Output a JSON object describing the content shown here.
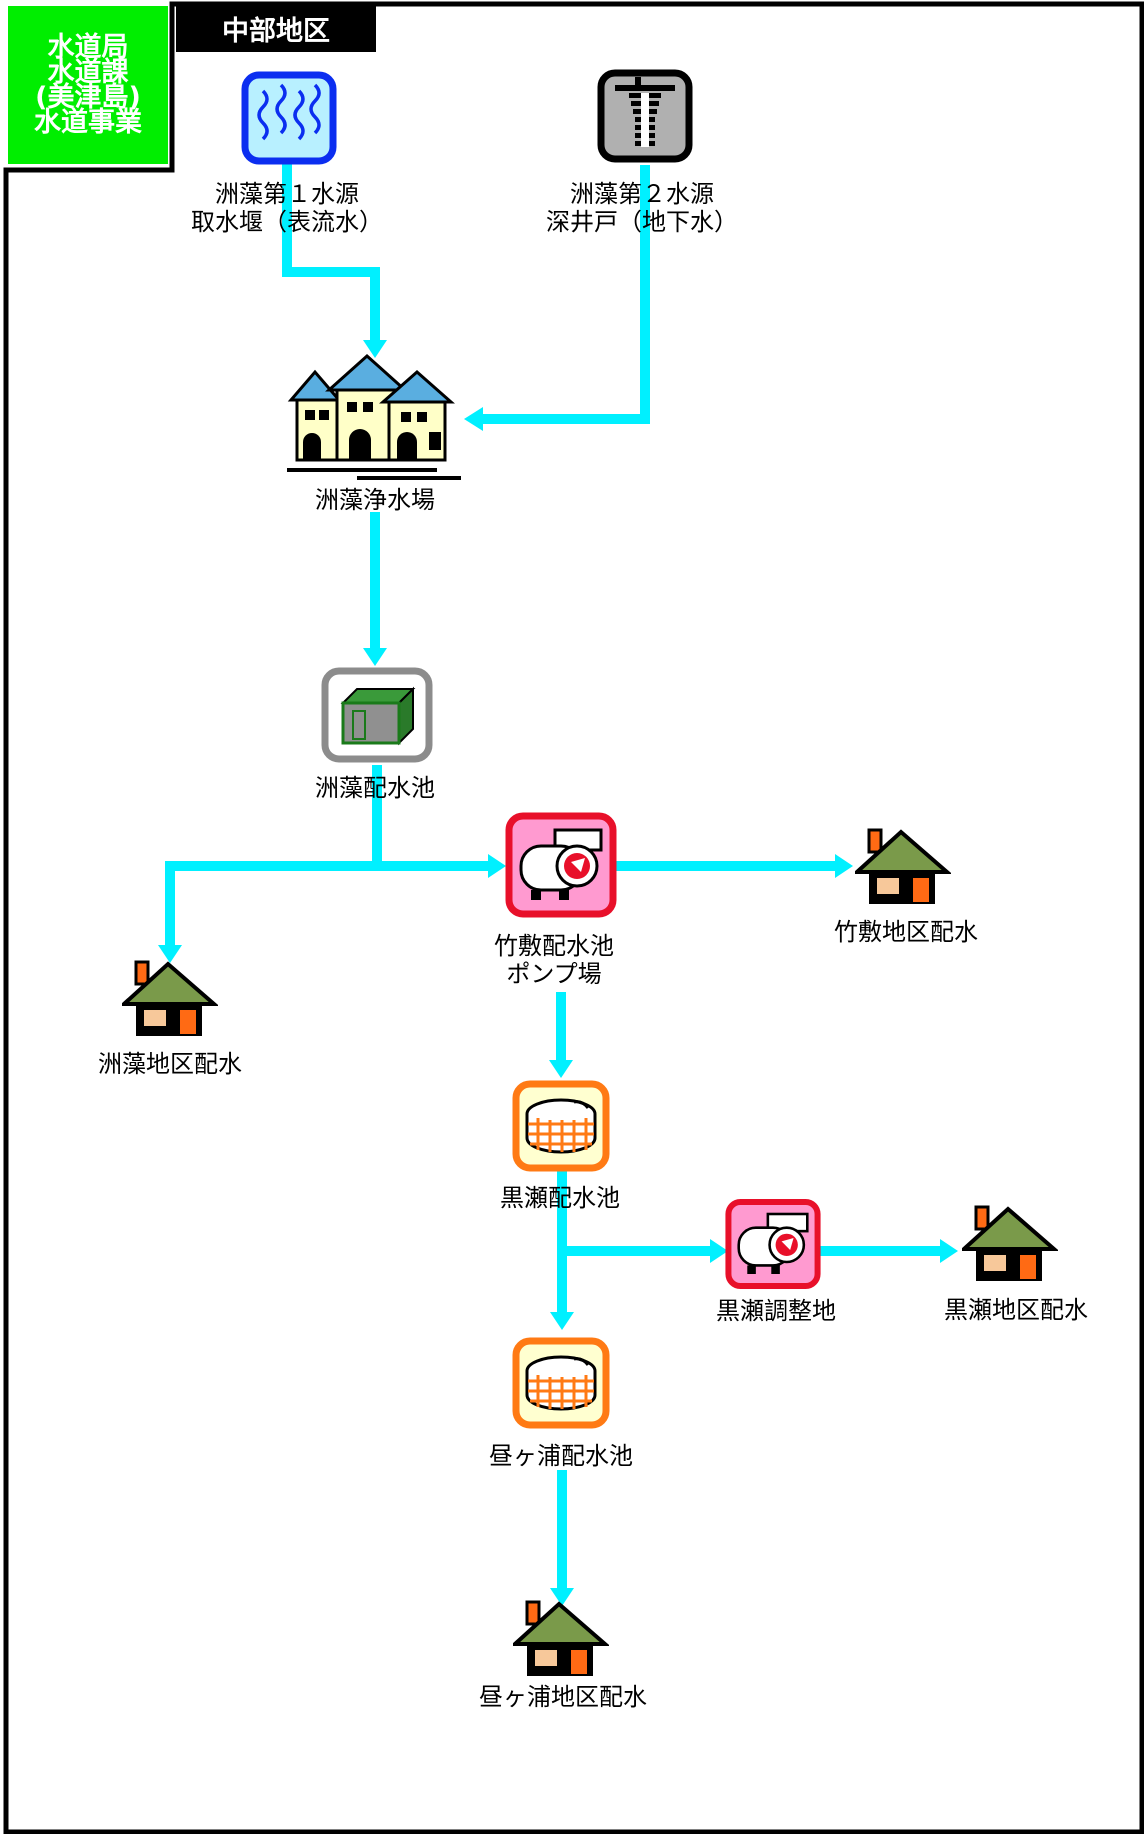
{
  "badge": {
    "lines": [
      "水道局",
      "水道課",
      "(美津島)",
      "水道事業"
    ]
  },
  "district": "中部地区",
  "colors": {
    "badge": "#00ee00",
    "flow": "#00f0ff",
    "frame": "#000000"
  },
  "nodes": {
    "source1": {
      "lines": [
        "洲藻第１水源",
        "取水堰（表流水）"
      ],
      "icon": "river-intake-icon"
    },
    "source2": {
      "lines": [
        "洲藻第２水源",
        "深井戸（地下水）"
      ],
      "icon": "deep-well-icon"
    },
    "plant": {
      "label": "洲藻浄水場",
      "icon": "treatment-plant-icon"
    },
    "suzu_reservoir": {
      "label": "洲藻配水池",
      "icon": "reservoir-tank-icon"
    },
    "takeshiki_pump": {
      "lines": [
        "竹敷配水池",
        "ポンプ場"
      ],
      "icon": "pump-icon"
    },
    "suzu_area": {
      "label": "洲藻地区配水",
      "icon": "house-icon"
    },
    "takeshiki_area": {
      "label": "竹敷地区配水",
      "icon": "house-icon"
    },
    "kurose_reservoir": {
      "label": "黒瀬配水池",
      "icon": "round-reservoir-icon"
    },
    "kurose_regulator": {
      "label": "黒瀬調整地",
      "icon": "pump-icon"
    },
    "kurose_area": {
      "label": "黒瀬地区配水",
      "icon": "house-icon"
    },
    "hirugaura_reservoir": {
      "label": "昼ヶ浦配水池",
      "icon": "round-reservoir-icon"
    },
    "hirugaura_area": {
      "label": "昼ヶ浦地区配水",
      "icon": "house-icon"
    }
  }
}
